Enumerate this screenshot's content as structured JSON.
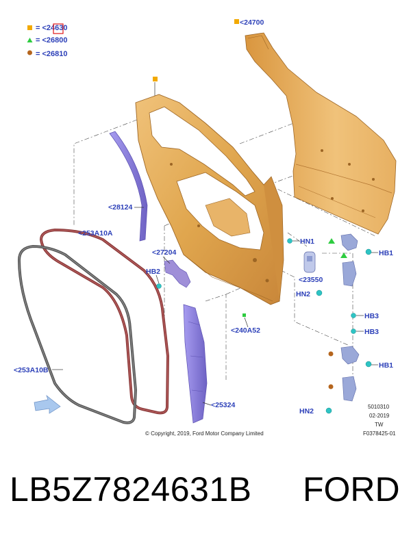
{
  "legend": [
    {
      "symbol": "square",
      "color": "#f2a900",
      "label": "= <24630"
    },
    {
      "symbol": "triangle",
      "color": "#2ecc40",
      "label": "= <26800"
    },
    {
      "symbol": "circle",
      "color": "#b5651d",
      "label": "= <26810"
    }
  ],
  "callouts": {
    "c24700": "<24700",
    "c28124": "<28124",
    "c253A10A": "<253A10A",
    "c27204": "<27204",
    "hb2": "HB2",
    "c253A10B": "<253A10B",
    "c25324": "<25324",
    "c240A52": "<240A52",
    "hn1": "HN1",
    "c23550": "<23550",
    "hn2a": "HN2",
    "hb1a": "HB1",
    "hb3a": "HB3",
    "hb3b": "HB3",
    "hb1b": "HB1",
    "hn2b": "HN2"
  },
  "footer": {
    "copyright": "© Copyright, 2019, Ford Motor Company Limited",
    "code1": "5010310",
    "code2": "02-2019",
    "code3": "TW",
    "code4": "F0378425-01"
  },
  "caption": {
    "part_number": "LB5Z7824631B",
    "brand": "FORD"
  },
  "colors": {
    "callout": "#2b3fb8",
    "door": "#e0a64e",
    "door_dark": "#b8782a",
    "seal_red": "#8b3a3a",
    "seal_gray": "#555555",
    "bracket": "#8a7fd6",
    "hinge": "#9aa8d8",
    "bolt": "#2ec4c4"
  }
}
